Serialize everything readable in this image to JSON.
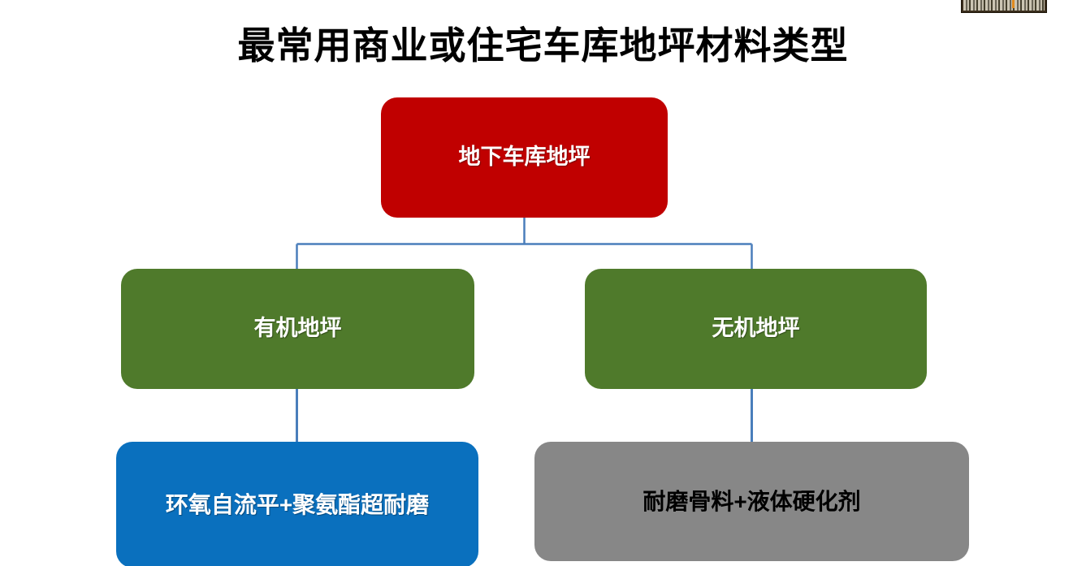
{
  "slide": {
    "title": "最常用商业或住宅车库地坪材料类型",
    "background_color": "#FFFFFF"
  },
  "corner_banner": {
    "name": "clipped-banner-strip",
    "visible_text": "",
    "color": "#3A2D1C"
  },
  "diagram": {
    "type": "hierarchy",
    "nodes": {
      "root": {
        "label": "地下车库地坪",
        "fill_color": "#C00000",
        "text_color": "#FFFFFF"
      },
      "branch_left": {
        "label": "有机地坪",
        "fill_color": "#4F7A2B",
        "text_color": "#FFFFFF"
      },
      "branch_right": {
        "label": "无机地坪",
        "fill_color": "#4F7A2B",
        "text_color": "#FFFFFF"
      },
      "leaf_left": {
        "label": "环氧自流平+聚氨酯超耐磨",
        "fill_color": "#0A70BE",
        "text_color": "#FFFFFF"
      },
      "leaf_right": {
        "label": "耐磨骨料+液体硬化剂",
        "fill_color": "#878787",
        "text_color": "#000000"
      }
    },
    "connector_color": "#4A7EBB"
  }
}
